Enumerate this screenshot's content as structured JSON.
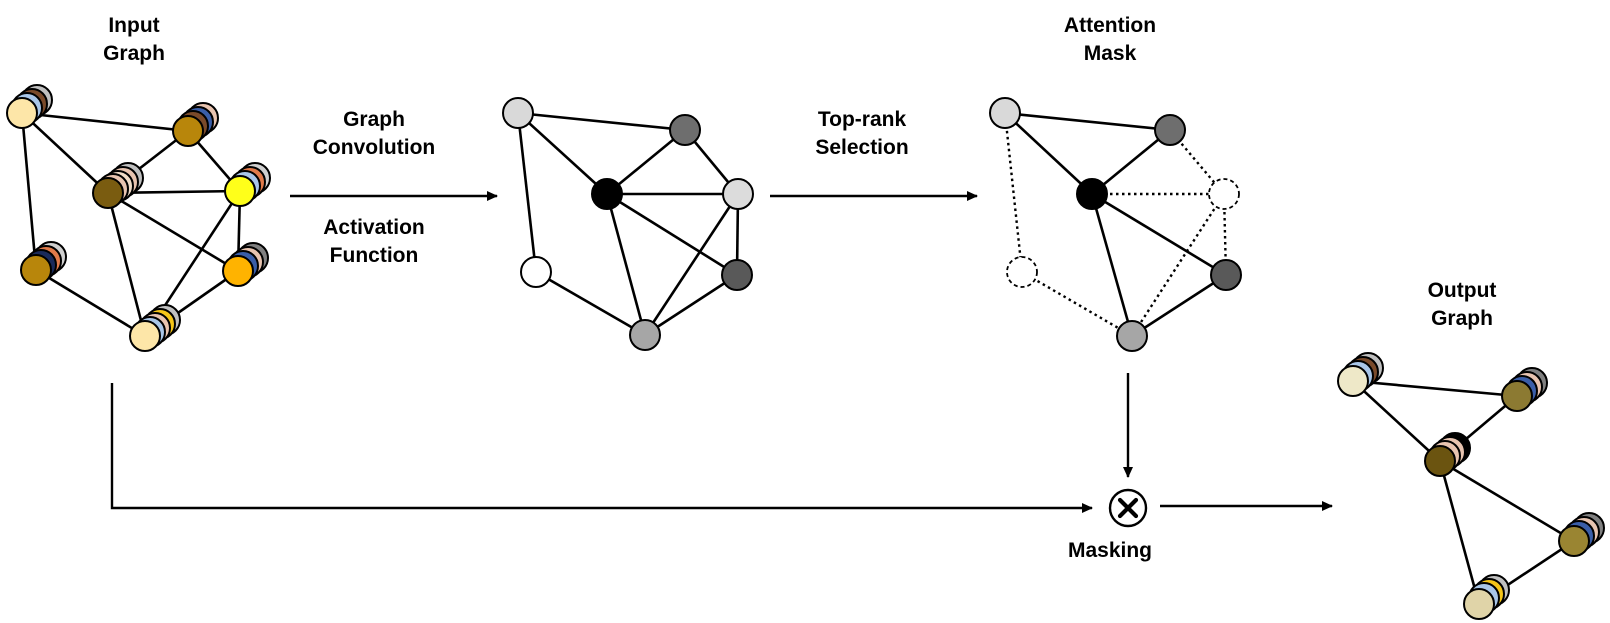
{
  "labels": {
    "input_graph_line1": "Input",
    "input_graph_line2": "Graph",
    "graph_conv_line1": "Graph",
    "graph_conv_line2": "Convolution",
    "activation_line1": "Activation",
    "activation_line2": "Function",
    "toprank_line1": "Top-rank",
    "toprank_line2": "Selection",
    "attention_line1": "Attention",
    "attention_line2": "Mask",
    "output_line1": "Output",
    "output_line2": "Graph",
    "masking": "Masking"
  },
  "colors": {
    "edge": "#000000",
    "input_node_fills": [
      "#fde6a8",
      "#b8860b",
      "#7a5c10",
      "#ffff1a",
      "#b8860b",
      "#ffb300",
      "#fde6a8"
    ],
    "attention_scores": [
      "#d9d9d9",
      "#6e6e6e",
      "#000000",
      "#dcdcdc",
      "#ffffff",
      "#595959",
      "#a6a6a6"
    ],
    "output_node_fills": [
      "#eee8c8",
      "#8c7a32",
      "#6b5410",
      "#9a8532",
      "#e0d4a8"
    ],
    "stack_palette": [
      "#7a4a2a",
      "#a9c6e8",
      "#e8c4b0",
      "#c0c0c0",
      "#3a5ea8",
      "#e07a4a",
      "#1a2a5a",
      "#f5c518",
      "#000000",
      "#d0d0d0"
    ]
  },
  "operator_symbol": "⊗"
}
